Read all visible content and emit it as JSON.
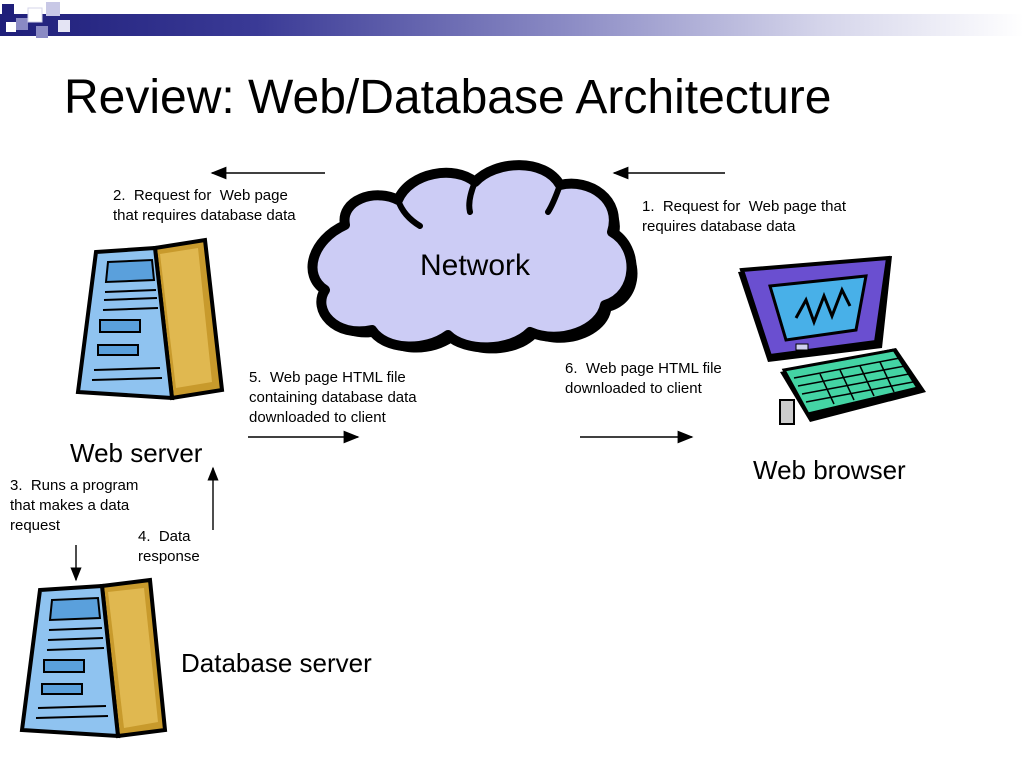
{
  "slide": {
    "title": "Review:  Web/Database Architecture"
  },
  "diagram": {
    "network_label": "Network",
    "web_server_label": "Web server",
    "web_browser_label": "Web browser",
    "database_server_label": "Database server",
    "steps": {
      "step1": [
        "1.  Request for  Web page that",
        "requires database data"
      ],
      "step2": [
        "2.  Request for  Web page",
        "that requires database data"
      ],
      "step3": [
        "3.  Runs a program",
        "that makes a data",
        "request"
      ],
      "step4": [
        "4.  Data",
        "response"
      ],
      "step5": [
        "5.  Web page HTML file",
        "containing database data",
        "downloaded to client"
      ],
      "step6": [
        "6.  Web page HTML file",
        "downloaded to client"
      ]
    }
  },
  "colors": {
    "title_bar_dark": "#1f1f7a",
    "cloud_fill": "#ccccf5",
    "server_front": "#8fc3f0",
    "server_side": "#c89a2c",
    "monitor_case": "#6a4fd0",
    "screen": "#48b0e8",
    "keyboard": "#44d4a4"
  }
}
